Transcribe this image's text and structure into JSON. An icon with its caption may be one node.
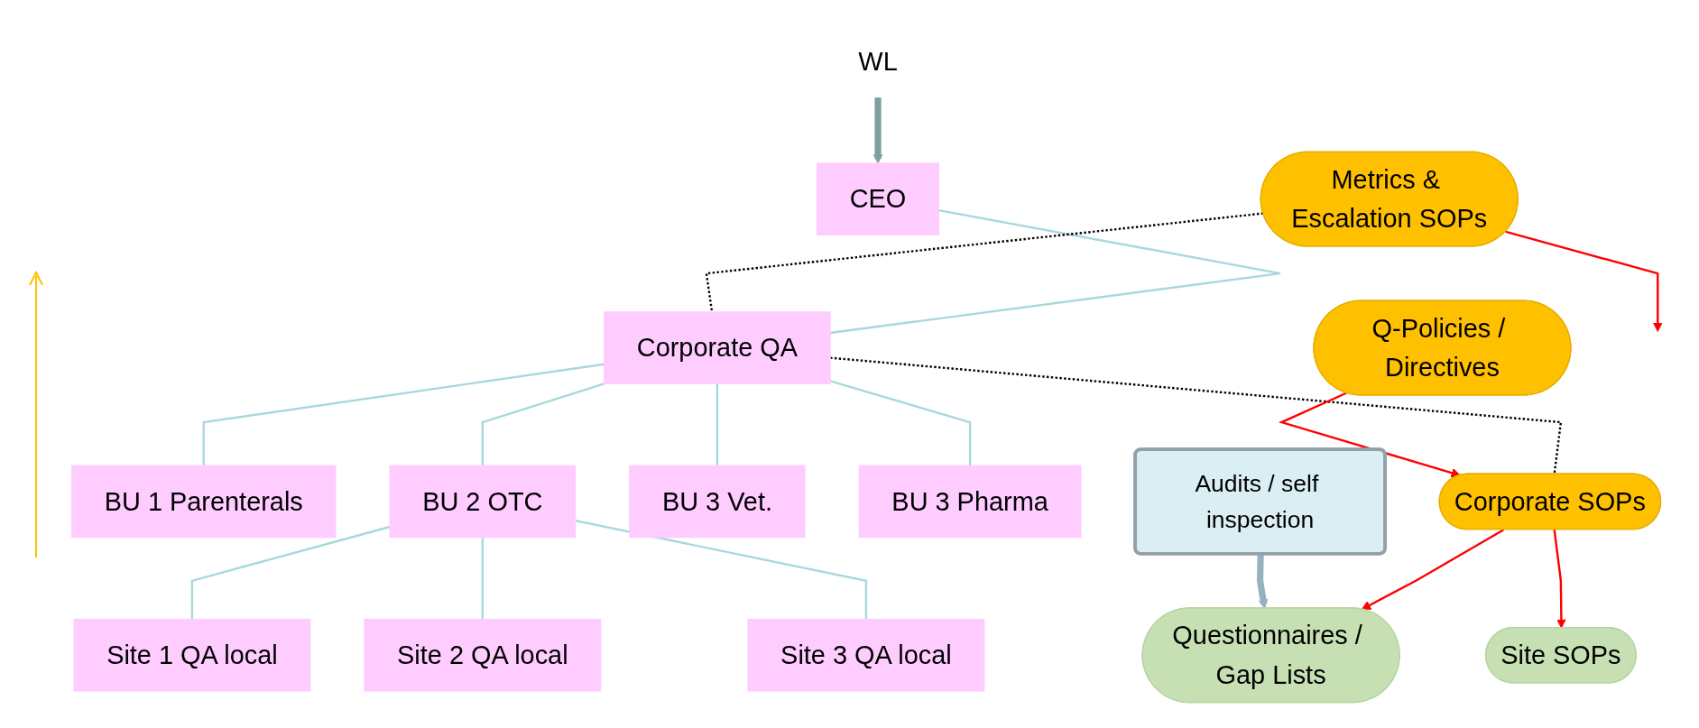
{
  "diagram": {
    "nodes": [
      {
        "text": [
          "WL"
        ]
      },
      {
        "text": [
          "CEO"
        ]
      },
      {
        "text": [
          "Corporate QA"
        ]
      },
      {
        "text": [
          "Metrics & Escalation SOPs"
        ]
      },
      {
        "text": [
          "Q-Policies / Directives"
        ]
      },
      {
        "text": [
          "Corporate SOPs"
        ]
      },
      {
        "text": [
          "BU 1 Parenterals"
        ]
      },
      {
        "text": [
          "BU 2 OTC"
        ]
      },
      {
        "text": [
          "BU 3 Vet."
        ]
      },
      {
        "text": [
          "BU 3 Pharma"
        ]
      },
      {
        "text": [
          "Site 1 QA local"
        ]
      },
      {
        "text": [
          "Site 2 QA local"
        ]
      },
      {
        "text": [
          "Site 3 QA local"
        ]
      },
      {
        "text": [
          "Questionnaires / Gap Lists"
        ]
      },
      {
        "text": [
          "Site SOPs"
        ]
      },
      {
        "text": [
          "Audits / self inspection"
        ]
      }
    ],
    "edges": [
      {
        "from": 0,
        "to": 1,
        "arrow": "to",
        "style": "thick",
        "color": "#7f9f9f"
      },
      {
        "from": 1,
        "to": 2,
        "arrow": "none"
      },
      {
        "from": 3,
        "to": 2,
        "arrow": "none",
        "style": "dashed",
        "color": "#000000"
      },
      {
        "from": 2,
        "to": 5,
        "arrow": "none",
        "style": "dashed",
        "color": "#000000"
      },
      {
        "from": 4,
        "to": 5,
        "arrow": "to",
        "color": "#ff0000"
      },
      {
        "from": 2,
        "to": 6,
        "arrow": "none"
      },
      {
        "from": 2,
        "to": 7,
        "arrow": "none"
      },
      {
        "from": 2,
        "to": 8,
        "arrow": "none"
      },
      {
        "from": 2,
        "to": 9,
        "arrow": "none"
      },
      {
        "from": 7,
        "to": 10,
        "arrow": "none"
      },
      {
        "from": 7,
        "to": 11,
        "arrow": "none"
      },
      {
        "from": 7,
        "to": 12,
        "arrow": "none"
      },
      {
        "from": 5,
        "to": 13,
        "arrow": "to",
        "color": "#ff0000"
      },
      {
        "from": 5,
        "to": 14,
        "arrow": "to",
        "color": "#ff0000"
      },
      {
        "from": 15,
        "to": 13,
        "arrow": "to",
        "style": "thick",
        "color": "#93b3c0"
      },
      {
        "from": 3,
        "to": null,
        "arrow": "to",
        "color": "#ff0000"
      }
    ]
  }
}
